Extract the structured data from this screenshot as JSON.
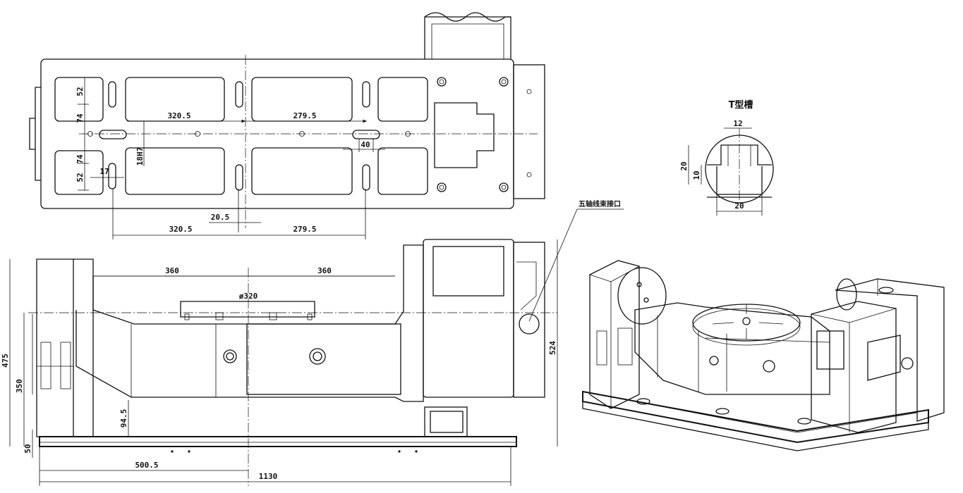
{
  "top_view": {
    "dims": {
      "d52_top": "52",
      "d74_top": "74",
      "d74_bot": "74",
      "d52_bot": "52",
      "d17": "17",
      "d18h7": "18H7",
      "d320_top": "320.5",
      "d279_top": "279.5",
      "d40": "40",
      "d20_5": "20.5",
      "d320_bot": "320.5",
      "d279_bot": "279.5"
    }
  },
  "tslot": {
    "title": "T型槽",
    "d12": "12",
    "d20_v": "20",
    "d10": "10",
    "d20_h": "20"
  },
  "callout": {
    "label": "五轴线束接口"
  },
  "front_view": {
    "dims": {
      "d360_l": "360",
      "d360_r": "360",
      "phi320": "ø320",
      "d475": "475",
      "d350": "350",
      "d94_5": "94.5",
      "d50": "50",
      "d524": "524",
      "d500_5": "500.5",
      "d1130": "1130"
    }
  }
}
